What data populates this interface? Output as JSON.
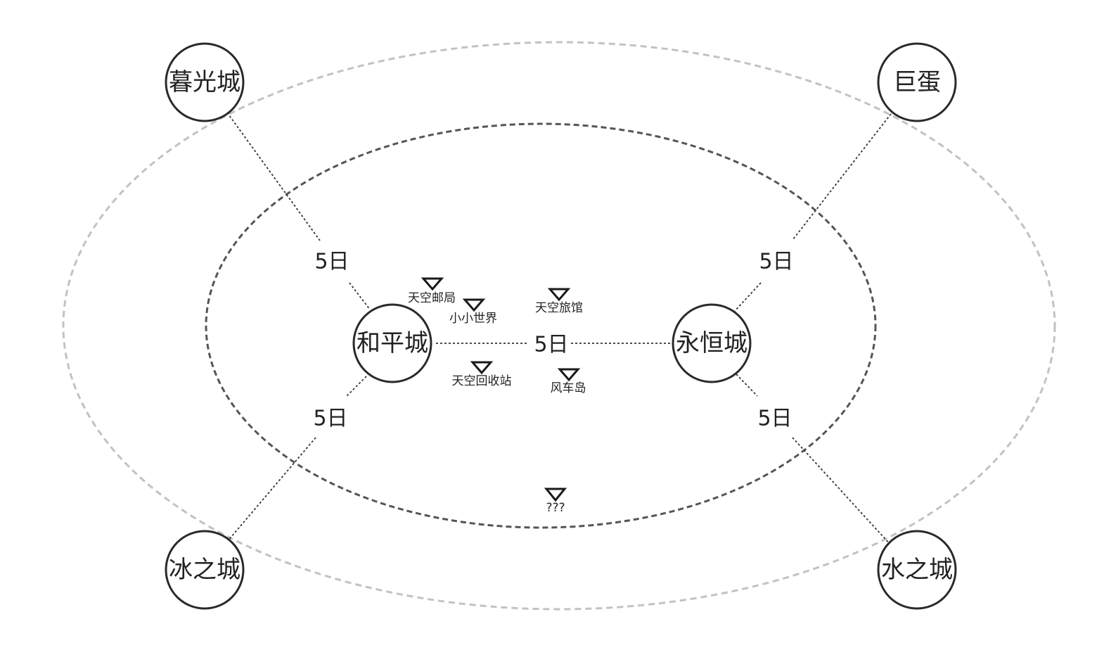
{
  "colors": {
    "outer_ring": "#c2c2c2",
    "inner_ring": "#555555",
    "circle_stroke": "#2a2a2a",
    "text": "#222222",
    "connector": "#333333"
  },
  "nodes": {
    "dusk_city": "暮光城",
    "giant_egg": "巨蛋",
    "peace_city": "和平城",
    "eternal_city": "永恒城",
    "ice_city": "冰之城",
    "water_city": "水之城"
  },
  "edges": {
    "dusk_peace": "5日",
    "egg_eternal": "5日",
    "peace_eternal": "5日",
    "peace_ice": "5日",
    "eternal_water": "5日"
  },
  "points_of_interest": {
    "sky_post_office": "天空邮局",
    "tiny_world": "小小世界",
    "sky_inn": "天空旅馆",
    "sky_recycling_station": "天空回收站",
    "windmill_island": "风车岛",
    "unknown": "???"
  }
}
